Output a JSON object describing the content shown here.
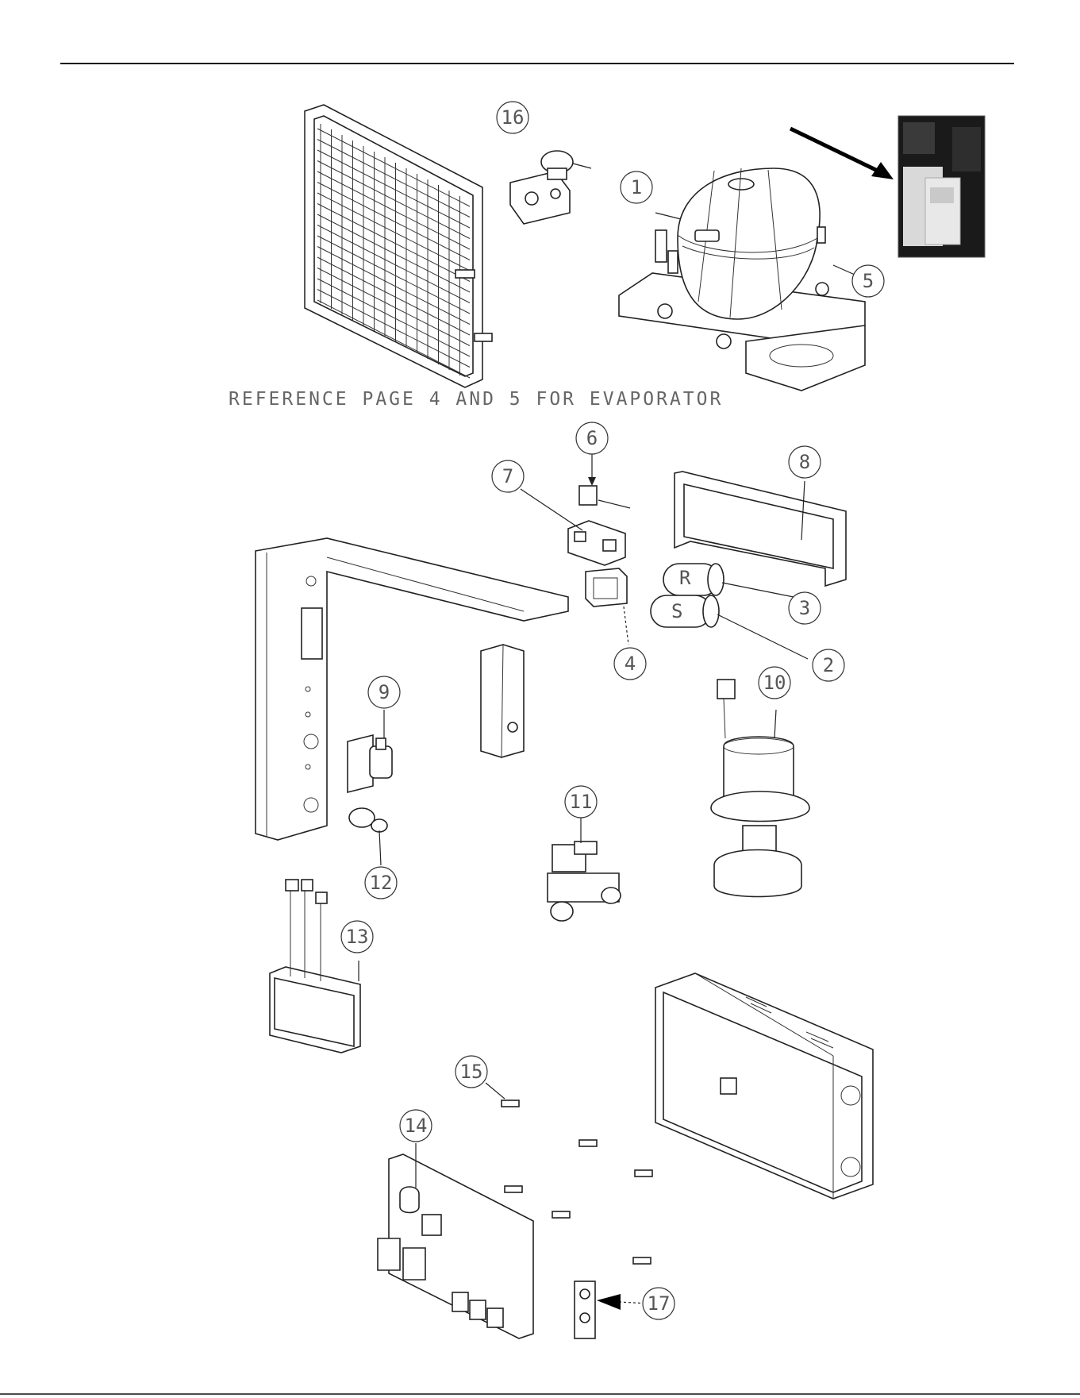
{
  "reference_note": "REFERENCE PAGE 4 AND 5 FOR EVAPORATOR",
  "callouts": [
    {
      "id": "1",
      "label": "1"
    },
    {
      "id": "2",
      "label": "2"
    },
    {
      "id": "3",
      "label": "3"
    },
    {
      "id": "4",
      "label": "4"
    },
    {
      "id": "5",
      "label": "5"
    },
    {
      "id": "6",
      "label": "6"
    },
    {
      "id": "7",
      "label": "7"
    },
    {
      "id": "8",
      "label": "8"
    },
    {
      "id": "9",
      "label": "9"
    },
    {
      "id": "10",
      "label": "10"
    },
    {
      "id": "11",
      "label": "11"
    },
    {
      "id": "12",
      "label": "12"
    },
    {
      "id": "13",
      "label": "13"
    },
    {
      "id": "14",
      "label": "14"
    },
    {
      "id": "15",
      "label": "15"
    },
    {
      "id": "16",
      "label": "16"
    },
    {
      "id": "17",
      "label": "17"
    }
  ],
  "capacitor_labels": {
    "run": "R",
    "start": "S"
  },
  "colors": {
    "line": "#222222",
    "callout_text": "#555555",
    "photo_bg": "#1a1a1a"
  }
}
